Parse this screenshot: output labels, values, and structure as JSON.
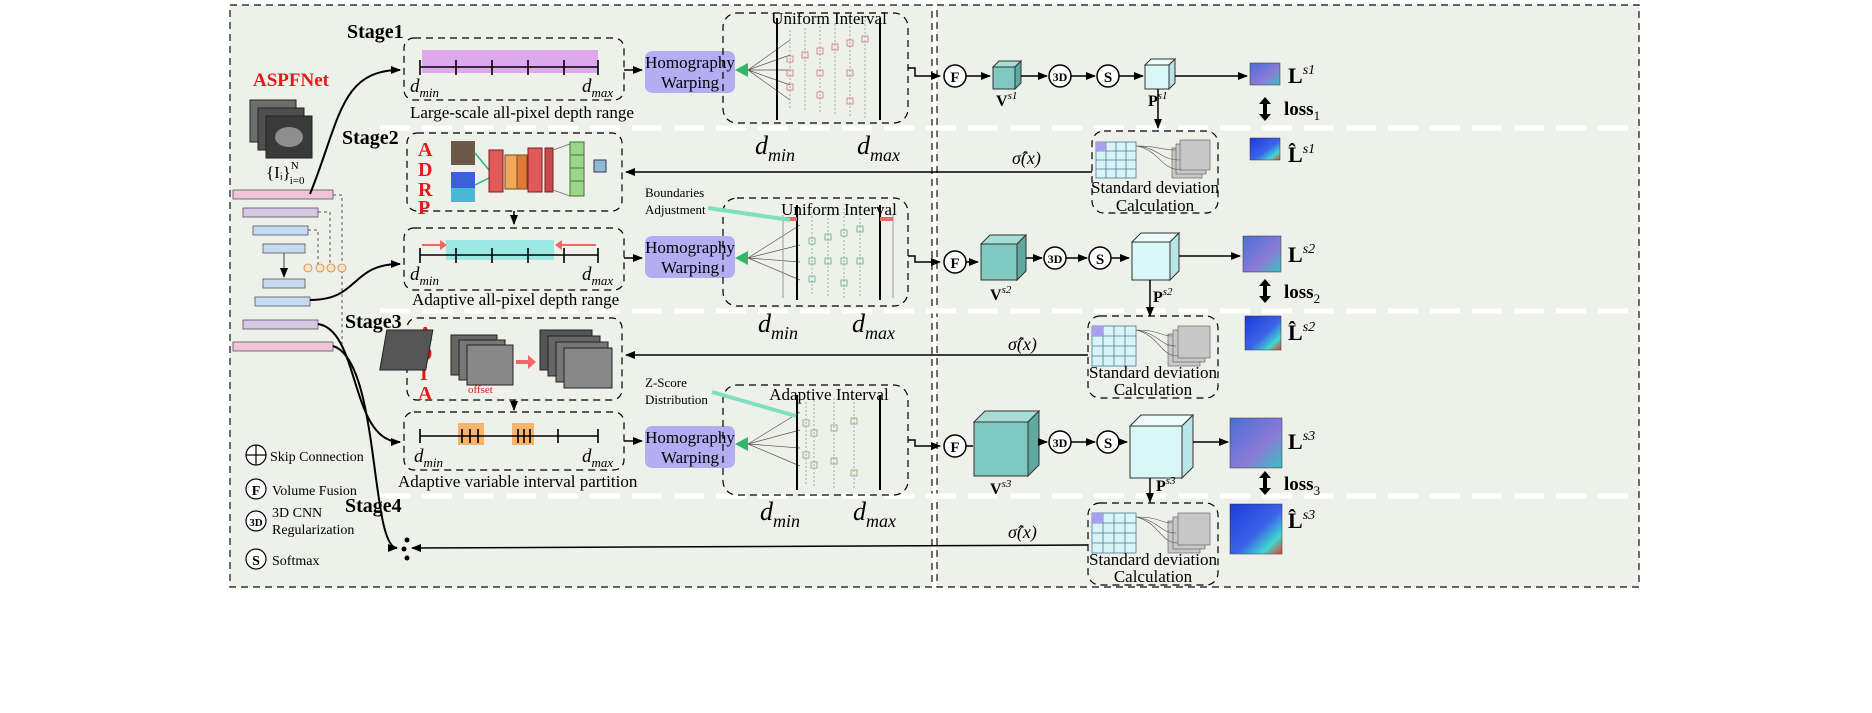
{
  "network": {
    "name": "ASPFNet",
    "input_set": "{Iᵢ}",
    "input_set_sup": "N",
    "input_set_sub": "i=0"
  },
  "stages": {
    "stage1": "Stage1",
    "stage2": "Stage2",
    "stage3": "Stage3",
    "stage4": "Stage4"
  },
  "range_captions": {
    "s1": "Large-scale all-pixel depth range",
    "s2": "Adaptive all-pixel depth range",
    "s3": "Adaptive variable interval partition"
  },
  "depth": {
    "min": "d",
    "min_sub": "min",
    "max": "d",
    "max_sub": "max"
  },
  "homography": {
    "line1": "Homography",
    "line2": "Warping"
  },
  "intervals": {
    "uniform": "Uniform Interval",
    "adaptive": "Adaptive Interval"
  },
  "annotations": {
    "boundaries_1": "Boundaries",
    "boundaries_2": "Adjustment",
    "zscore_1": "Z-Score",
    "zscore_2": "Distribution",
    "offset": "offset"
  },
  "modules": {
    "adrp": [
      "A",
      "D",
      "R",
      "P"
    ],
    "adia": [
      "A",
      "D",
      "I",
      "A"
    ]
  },
  "ops": {
    "fusion": "F",
    "reg": "3D",
    "softmax": "S"
  },
  "volumes": {
    "v": "V",
    "p": "P",
    "s1": "s1",
    "s2": "s2",
    "s3": "s3"
  },
  "losses": {
    "L": "L",
    "Lhat": "L̂",
    "loss": "loss",
    "i1": "1",
    "i2": "2",
    "i3": "3"
  },
  "sigma": "σ̂(x)",
  "std_dev": {
    "line1": "Standard deviation",
    "line2": "Calculation"
  },
  "legend": {
    "skip": "Skip Connection",
    "fusion": "Volume Fusion",
    "reg1": "3D CNN",
    "reg2": "Regularization",
    "softmax": "Softmax"
  },
  "colors": {
    "panel_bg": "#eef0ea",
    "homography": "#b3aef2",
    "s1_bar": "#dda8ec",
    "s2_bar": "#9be9e4",
    "highlight": "#f5b36b",
    "volume": "#7fc9c0",
    "prob": "#d9f7f7",
    "red": "#e31b1b",
    "arrow_green": "#2db86a"
  }
}
